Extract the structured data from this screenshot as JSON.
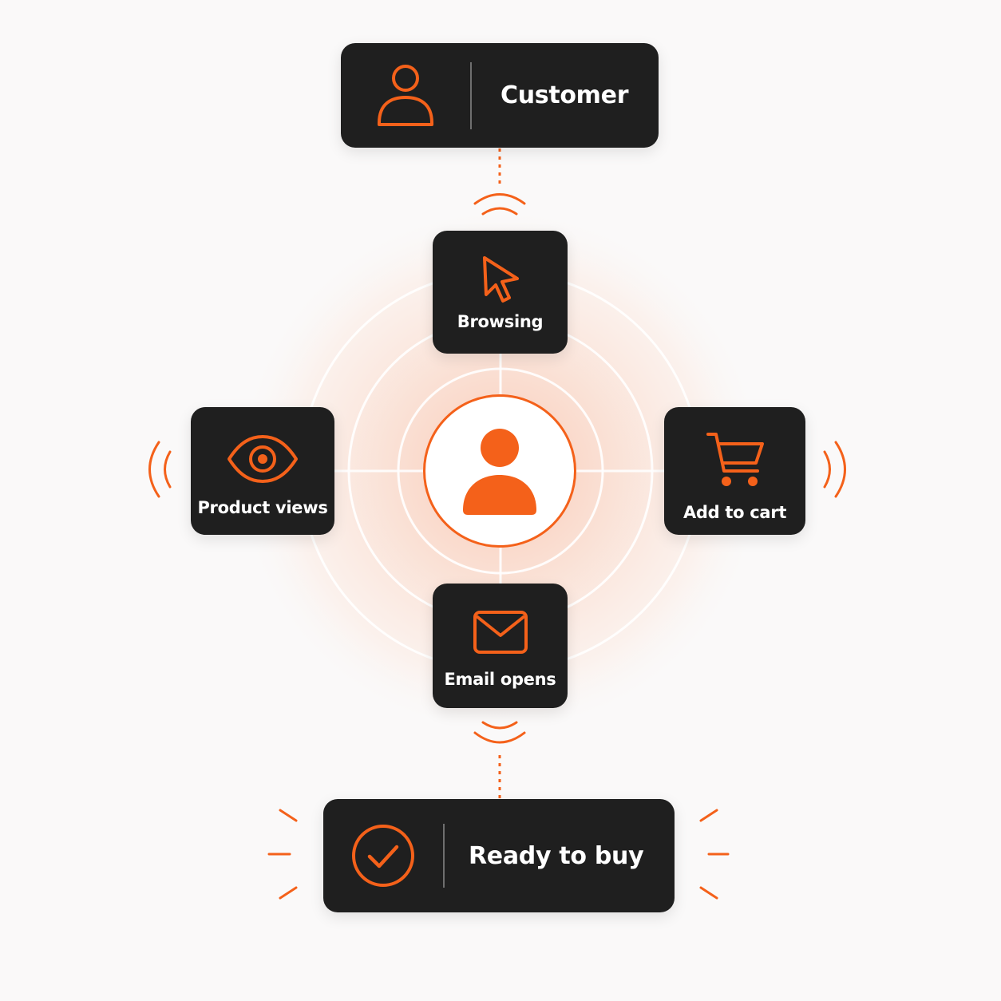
{
  "colors": {
    "accent": "#f4611a",
    "card_background": "#1f1f1f",
    "card_text": "#ffffff",
    "page_background": "#faf9f9",
    "divider": "#6f6f6f"
  },
  "top_node": {
    "label": "Customer",
    "icon": "user-outline-icon"
  },
  "signals": [
    {
      "id": "browsing",
      "label": "Browsing",
      "icon": "cursor-arrow-icon",
      "position": "top"
    },
    {
      "id": "product-views",
      "label": "Product views",
      "icon": "eye-icon",
      "position": "left"
    },
    {
      "id": "add-to-cart",
      "label": "Add to cart",
      "icon": "shopping-cart-icon",
      "position": "right"
    },
    {
      "id": "email-opens",
      "label": "Email opens",
      "icon": "envelope-icon",
      "position": "bottom"
    }
  ],
  "center_node": {
    "icon": "user-filled-icon"
  },
  "bottom_node": {
    "label": "Ready to buy",
    "icon": "check-circle-icon"
  }
}
